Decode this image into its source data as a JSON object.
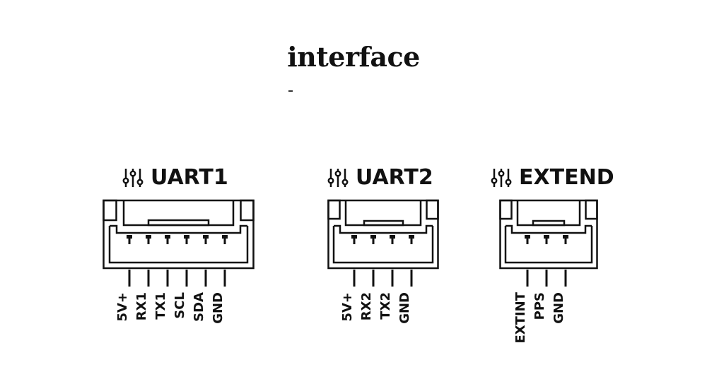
{
  "title": "interface",
  "connectors": [
    {
      "name": "UART1",
      "pins": [
        "5V+",
        "RX1",
        "TX1",
        "SCL",
        "SDA",
        "GND"
      ]
    },
    {
      "name": "UART2",
      "pins": [
        "5V+",
        "RX2",
        "TX2",
        "GND"
      ]
    },
    {
      "name": "EXTEND",
      "pins": [
        "EXTINT",
        "PPS",
        "GND"
      ]
    }
  ]
}
